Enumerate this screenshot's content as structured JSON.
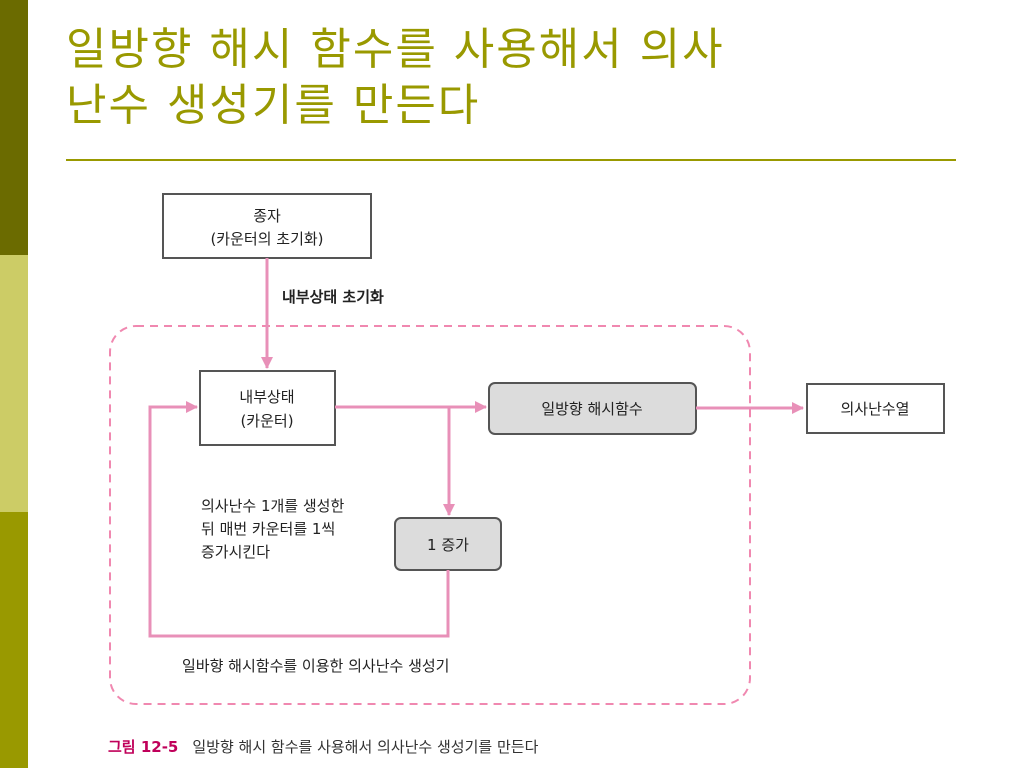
{
  "slide": {
    "title_line1": "일방향 해시 함수를 사용해서 의사",
    "title_line2": "난수 생성기를 만든다"
  },
  "diagram": {
    "seed_box": {
      "line1": "종자",
      "line2": "(카운터의 초기화)"
    },
    "init_label": "내부상태 초기화",
    "state_box": {
      "line1": "내부상태",
      "line2": "(카운터)"
    },
    "hash_box": "일방향 해시함수",
    "output_box": "의사난수열",
    "increment_box": "1 증가",
    "note": [
      "의사난수 1개를 생성한",
      "뒤 매번 카운터를 1씩",
      "증가시킨다"
    ],
    "group_label": "일바향 해시함수를 이용한 의사난수 생성기"
  },
  "caption": {
    "label": "그림 12-5",
    "text": "일방향 해시 함수를 사용해서 의사난수 생성기를 만든다"
  },
  "colors": {
    "accent": "#999900",
    "arrow": "#e890b8",
    "dashed": "#f088b0",
    "box_border": "#555555",
    "shaded_fill": "#dcdcdc"
  }
}
